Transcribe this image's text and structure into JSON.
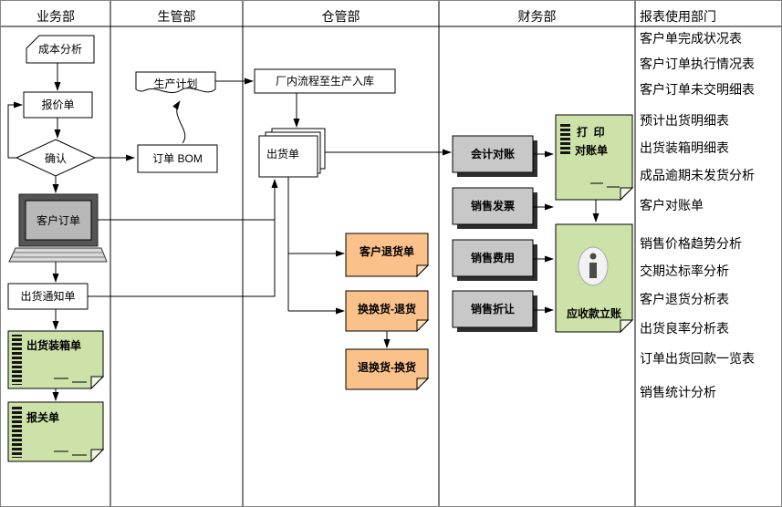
{
  "lanes": [
    {
      "label": "业务部"
    },
    {
      "label": "生管部"
    },
    {
      "label": "仓管部"
    },
    {
      "label": "财务部"
    },
    {
      "label": "报表使用部门"
    }
  ],
  "nodes": {
    "cost_analysis": {
      "label": "成本分析"
    },
    "quotation": {
      "label": "报价单"
    },
    "confirm": {
      "label": "确认"
    },
    "customer_order": {
      "label": "客户订单"
    },
    "shipping_notice": {
      "label": "出货通知单"
    },
    "packing_list": {
      "label": "出货装箱单"
    },
    "customs_declaration": {
      "label": "报关单"
    },
    "production_plan": {
      "label": "生产计划"
    },
    "order_bom": {
      "label": "订单 BOM"
    },
    "inplant_process": {
      "label": "厂内流程至生产入库"
    },
    "shipping_order": {
      "label": "出货单"
    },
    "customer_return": {
      "label": "客户退货单"
    },
    "exchange_return": {
      "label": "换换货-退货"
    },
    "return_exchange": {
      "label": "退换货-换货"
    },
    "accounting_reconciliation": {
      "label": "会计对账"
    },
    "sales_invoice": {
      "label": "销售发票"
    },
    "sales_expense": {
      "label": "销售费用"
    },
    "sales_allowance": {
      "label": "销售折让"
    },
    "print_statement": {
      "line1": "打  印",
      "line2": "对账单"
    },
    "receivable_posting": {
      "label": "应收款立账"
    }
  },
  "reports": [
    "客户单完成状况表",
    "客户订单执行情况表",
    "客户订单未交明细表",
    "预计出货明细表",
    "出货装箱明细表",
    "成品逾期未发货分析",
    "客户对账单",
    "销售价格趋势分析",
    "交期达标率分析",
    "客户退货分析表",
    "出货良率分析表",
    "订单出货回款一览表",
    "销售统计分析"
  ],
  "colors": {
    "note_green": "#cde2a8",
    "note_orange": "#fbc18a",
    "slab_gray": "#c8c8c8"
  }
}
